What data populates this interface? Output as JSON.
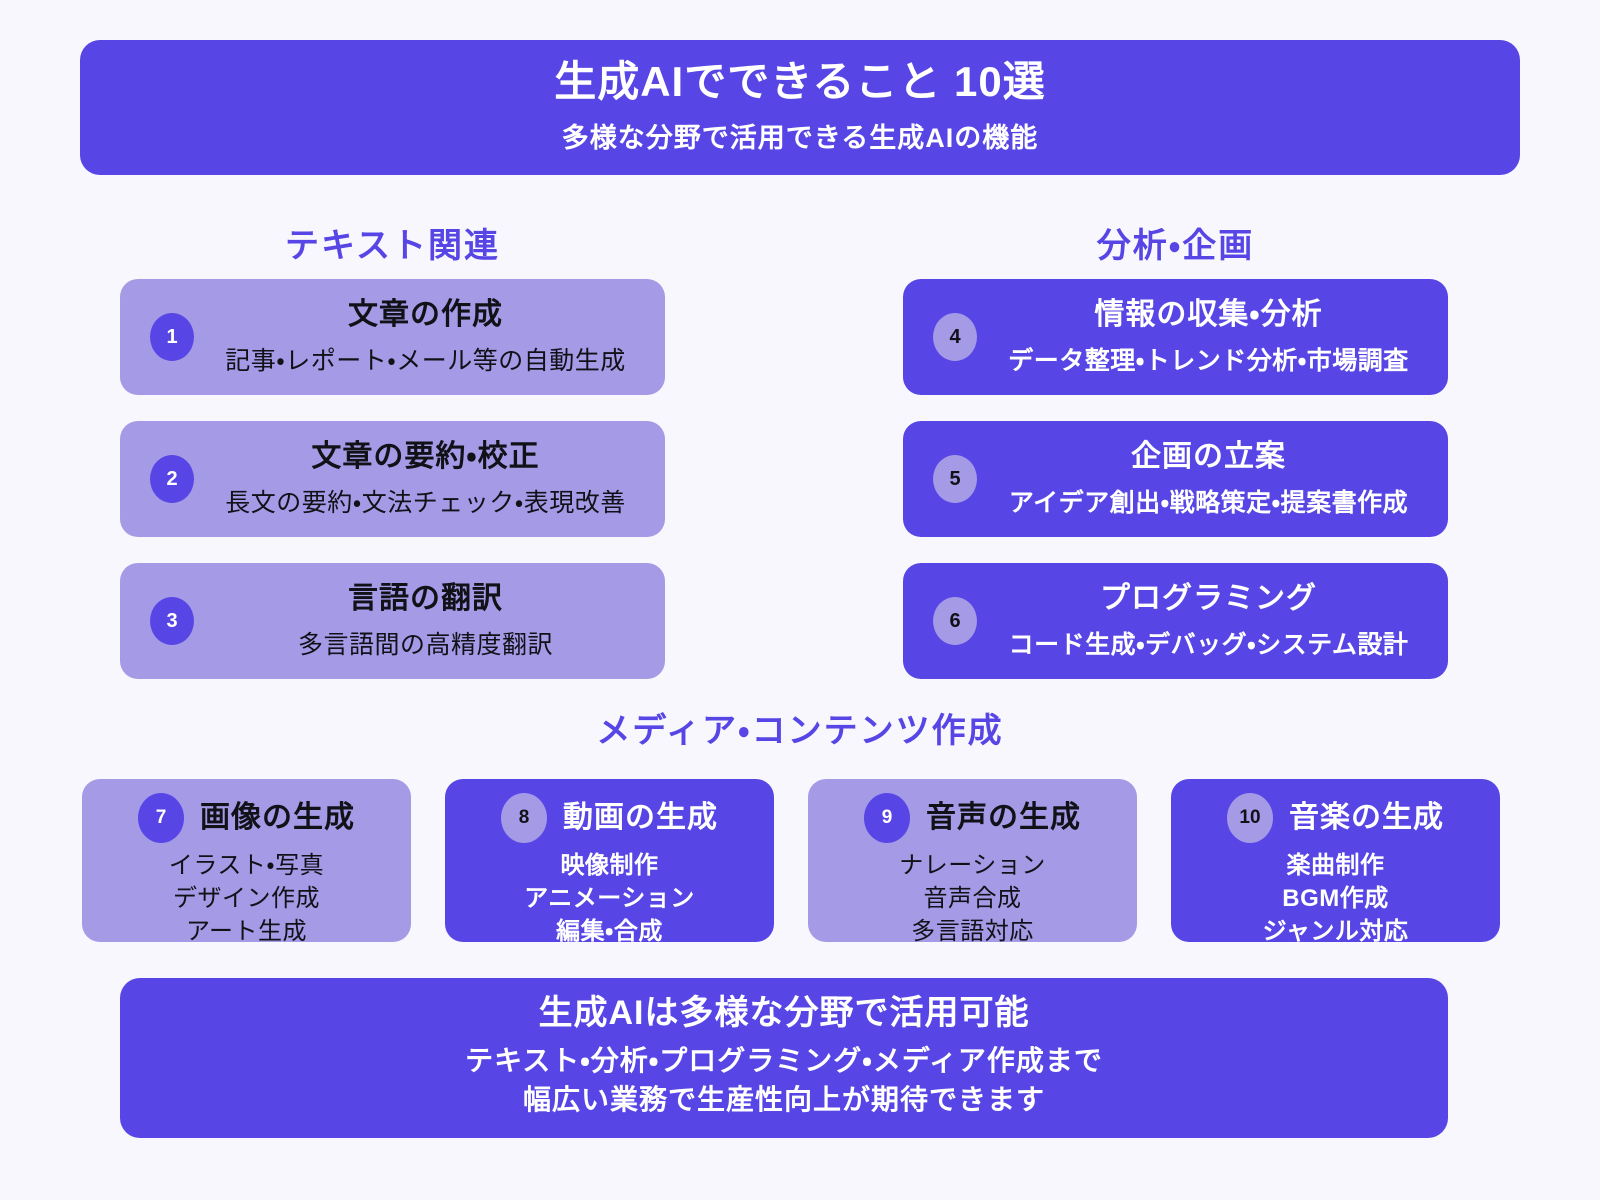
{
  "colors": {
    "accent": "#5746E5",
    "light": "#A49AE6",
    "bg": "#F7F7FD",
    "ink": "#111118"
  },
  "header": {
    "title": "生成AIでできること 10選",
    "subtitle": "多様な分野で活用できる生成AIの機能"
  },
  "sections": {
    "text": {
      "label": "テキスト関連",
      "cards": [
        {
          "num": "1",
          "title": "文章の作成",
          "desc": "記事・レポート・メール等の自動生成"
        },
        {
          "num": "2",
          "title": "文章の要約・校正",
          "desc": "長文の要約・文法チェック・表現改善"
        },
        {
          "num": "3",
          "title": "言語の翻訳",
          "desc": "多言語間の高精度翻訳"
        }
      ]
    },
    "analysis": {
      "label": "分析・企画",
      "cards": [
        {
          "num": "4",
          "title": "情報の収集・分析",
          "desc": "データ整理・トレンド分析・市場調査"
        },
        {
          "num": "5",
          "title": "企画の立案",
          "desc": "アイデア創出・戦略策定・提案書作成"
        },
        {
          "num": "6",
          "title": "プログラミング",
          "desc": "コード生成・デバッグ・システム設計"
        }
      ]
    },
    "media": {
      "label": "メディア・コンテンツ作成",
      "cards": [
        {
          "num": "7",
          "title": "画像の生成",
          "lines": [
            "イラスト・写真",
            "デザイン作成",
            "アート生成"
          ]
        },
        {
          "num": "8",
          "title": "動画の生成",
          "lines": [
            "映像制作",
            "アニメーション",
            "編集・合成"
          ]
        },
        {
          "num": "9",
          "title": "音声の生成",
          "lines": [
            "ナレーション",
            "音声合成",
            "多言語対応"
          ]
        },
        {
          "num": "10",
          "title": "音楽の生成",
          "lines": [
            "楽曲制作",
            "BGM作成",
            "ジャンル対応"
          ]
        }
      ]
    }
  },
  "footer": {
    "title": "生成AIは多様な分野で活用可能",
    "line1": "テキスト・分析・プログラミング・メディア作成まで",
    "line2": "幅広い業務で生産性向上が期待できます"
  }
}
